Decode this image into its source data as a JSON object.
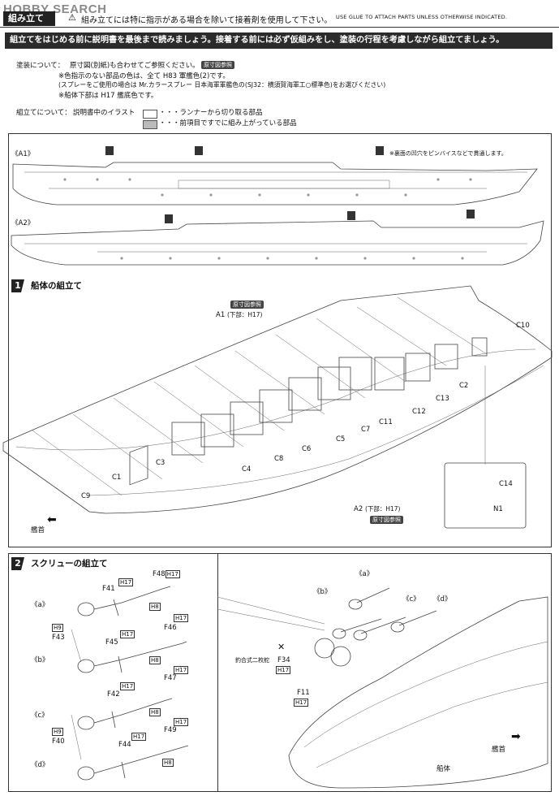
{
  "header": {
    "logo": "HOBBY SEARCH",
    "tab": "組み立て",
    "warning_jp": "組み立てには特に指示がある場合を除いて接着剤を使用して下さい。",
    "warning_en": "USE GLUE TO ATTACH PARTS UNLESS OTHERWISE INDICATED."
  },
  "banner": "組立てをはじめる前に説明書を最後まで読みましょう。接着する前には必ず仮組みをし、塗装の行程を考慮しながら組立てましょう。",
  "painting": {
    "label": "塗装について：",
    "line1": "原寸図(別紙)も合わせてご参照ください。",
    "line1_badge": "原寸図参照",
    "line2": "※色指示のない部品の色は、全て H83 軍艦色(2)です。",
    "line3": "(スプレーをご使用の場合は Mr.カラースプレー 日本海軍軍艦色の(SJ32：横須賀海軍工○標準色)をお選びください)",
    "line4": "※船体下部は H17 艦底色です。"
  },
  "assembly": {
    "label": "組立てについて：",
    "intro": "説明書中のイラスト",
    "legend1": "・・・ランナーから切り取る部品",
    "legend2": "・・・前項目ですでに組み上がっている部品"
  },
  "hulls": {
    "a1_label": "《A1》",
    "a1_note": "※裏面の凹穴をピンバイスなどで貫通します。",
    "a2_label": "《A2》"
  },
  "step1": {
    "number": "1",
    "title": "船体の組立て",
    "badge": "原寸図参照",
    "a1": "A1",
    "a1_sub": "(下部：H17)",
    "a2": "A2",
    "a2_sub": "(下部：H17)",
    "badge2": "原寸図参照",
    "bow": "艦首",
    "parts": [
      "C10",
      "C2",
      "C13",
      "C12",
      "C11",
      "C7",
      "C5",
      "C6",
      "C8",
      "C4",
      "C3",
      "C1",
      "C9"
    ],
    "inset_part": "C14",
    "inset_part2": "N1"
  },
  "step2": {
    "number": "2",
    "title": "スクリューの組立て",
    "groups": [
      "《a》",
      "《b》",
      "《c》",
      "《d》"
    ],
    "labels": {
      "f48": "F48",
      "f41": "F41",
      "f43": "F43",
      "f45": "F45",
      "f46": "F46",
      "f47": "F47",
      "f42": "F42",
      "f40": "F40",
      "f44": "F44",
      "f49": "F49",
      "f34": "F34",
      "f11": "F11"
    },
    "h17": "H17",
    "h8": "H8",
    "h9": "H9",
    "rudder_note": "釣合式二枚舵",
    "hull": "船体",
    "bow": "艦首",
    "right_groups": [
      "《a》",
      "《b》",
      "《c》",
      "《d》"
    ]
  }
}
